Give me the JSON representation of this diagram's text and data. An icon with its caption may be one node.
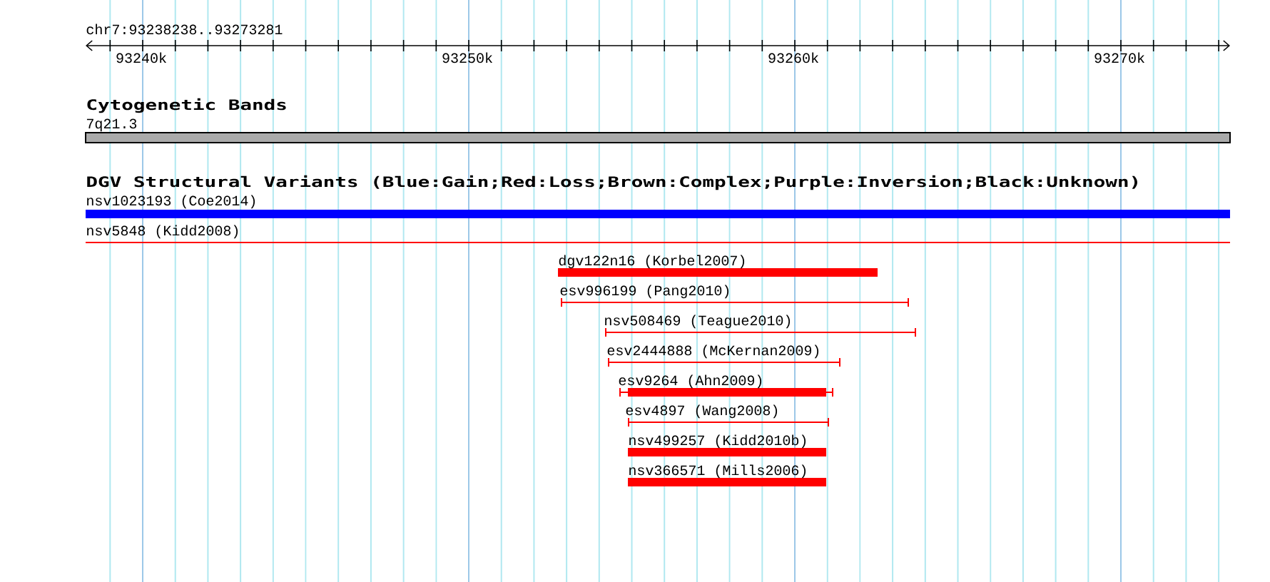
{
  "diagram": {
    "nodes": [
      {
        "text": [
          "7q21.3"
        ]
      },
      {
        "text": [
          "nsv1023193 (Coe2014)"
        ]
      },
      {
        "text": [
          "nsv5848 (Kidd2008)"
        ]
      },
      {
        "text": [
          "dgv122n16 (Korbel2007)"
        ]
      },
      {
        "text": [
          "esv996199 (Pang2010)"
        ]
      },
      {
        "text": [
          "nsv508469 (Teague2010)"
        ]
      },
      {
        "text": [
          "esv2444888 (McKernan2009)"
        ]
      },
      {
        "text": [
          "esv9264 (Ahn2009)"
        ]
      },
      {
        "text": [
          "esv4897 (Wang2008)"
        ]
      },
      {
        "text": [
          "nsv499257 (Kidd2010b)"
        ]
      },
      {
        "text": [
          "nsv366571 (Mills2006)"
        ]
      }
    ],
    "labels": [
      "chr7:93238238..93273281",
      "93240k",
      "93250k",
      "93260k",
      "93270k",
      "Cytogenetic Bands",
      "DGV Structural Variants (Blue:Gain;Red:Loss;Brown:Complex;Purple:Inversion;Black:Unknown)"
    ]
  }
}
